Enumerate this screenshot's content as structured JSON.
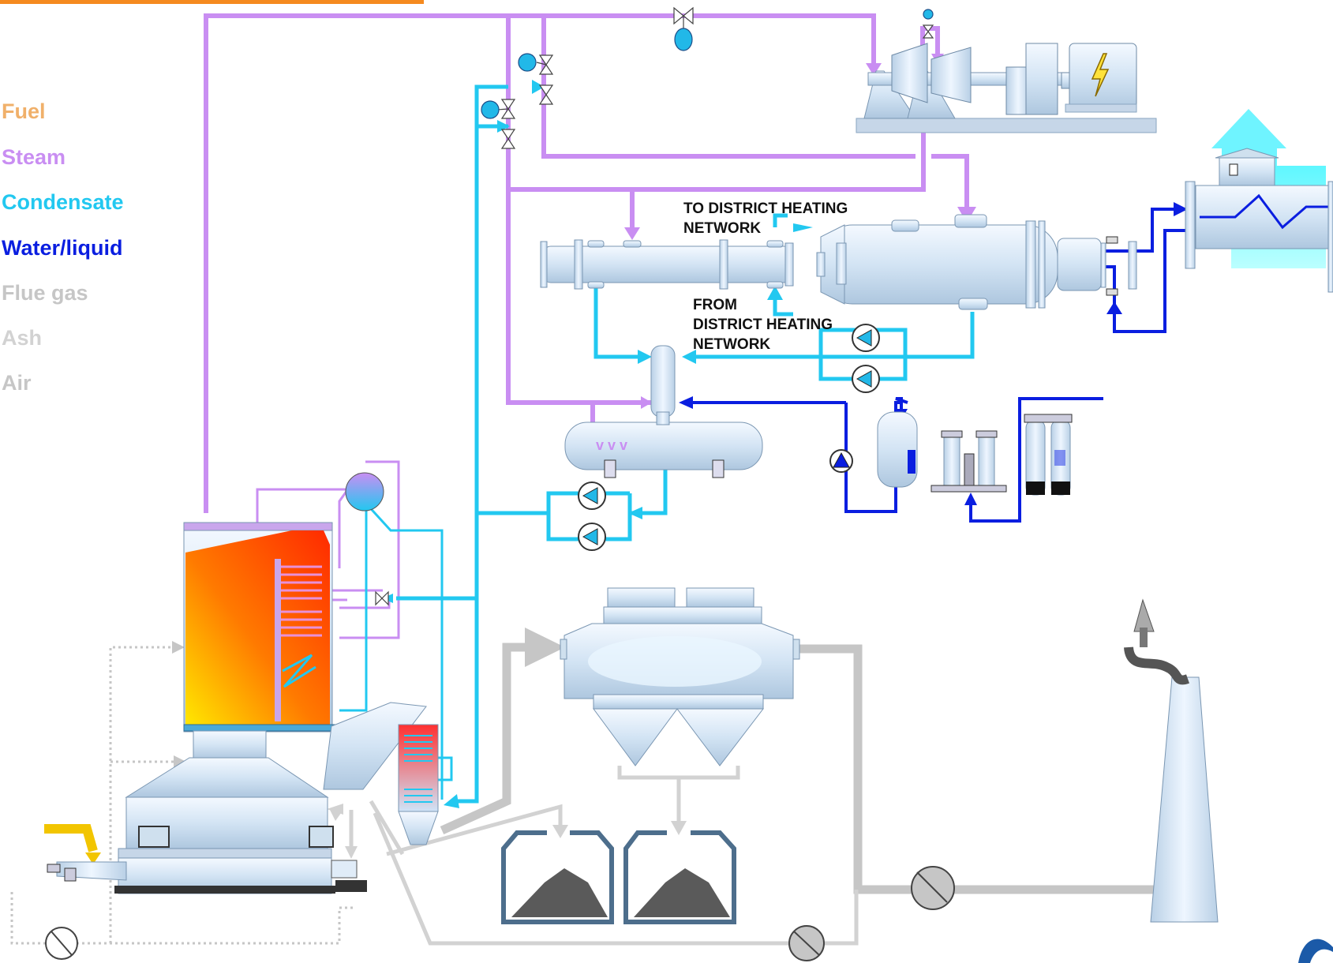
{
  "legend": {
    "items": [
      {
        "label": "Fuel",
        "color": "#f0b06a"
      },
      {
        "label": "Steam",
        "color": "#c98ef2"
      },
      {
        "label": "Condensate",
        "color": "#22c8f0"
      },
      {
        "label": "Water/liquid",
        "color": "#0a1ee0"
      },
      {
        "label": "Flue gas",
        "color": "#c6c6c6"
      },
      {
        "label": "Ash",
        "color": "#d2d2d2"
      },
      {
        "label": "Air",
        "color": "#c6c6c6"
      }
    ]
  },
  "labels": {
    "to_district_line1": "TO DISTRICT HEATING",
    "to_district_line2": "NETWORK",
    "from_district_line1": "FROM",
    "from_district_line2": "DISTRICT HEATING",
    "from_district_line3": "NETWORK"
  },
  "colors": {
    "accent_bar": "#f58a1f",
    "steam": "#c98ef2",
    "condensate": "#22c8f0",
    "water": "#0a1ee0",
    "flue_gas": "#c6c6c6",
    "equipment": "#dce9f6",
    "furnace_fire": "#ff4a00"
  },
  "icons": {
    "generator": "lightning-icon",
    "pump": "pump-icon",
    "valve": "valve-icon",
    "fan": "fan-icon",
    "stack": "chimney-icon"
  }
}
